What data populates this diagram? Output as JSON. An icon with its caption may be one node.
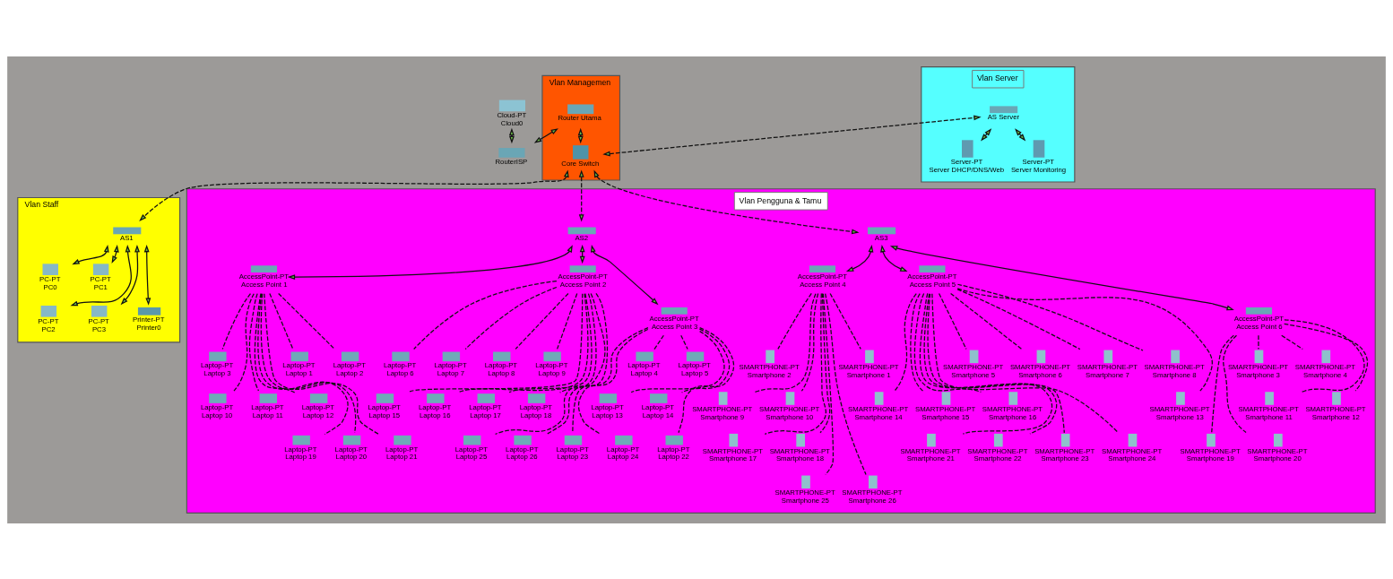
{
  "diagram": {
    "nodes": [
      {
        "text": [
          "Cloud-PT",
          "Cloud0"
        ]
      },
      {
        "text": [
          "RouterISP"
        ]
      },
      {
        "text": [
          "Vlan Managemen"
        ]
      },
      {
        "text": [
          "Router Utama"
        ],
        "in": 2
      },
      {
        "text": [
          "Core Switch"
        ],
        "in": 2
      },
      {
        "text": [
          "Vlan Server"
        ]
      },
      {
        "text": [
          "Server-PT",
          "Server DHCP/DNS/Web"
        ],
        "in": 5
      },
      {
        "text": [
          "AS Server"
        ],
        "in": 5
      },
      {
        "text": [
          "Server-PT",
          "Server Monitoring"
        ],
        "in": 5
      },
      {
        "text": [
          "Vlan Staff"
        ]
      },
      {
        "text": [
          "AS1"
        ],
        "in": 9
      },
      {
        "text": [
          "PC-PT",
          "PC0"
        ],
        "in": 9
      },
      {
        "text": [
          "PC-PT",
          "PC1"
        ],
        "in": 9
      },
      {
        "text": [
          "PC-PT",
          "PC2"
        ],
        "in": 9
      },
      {
        "text": [
          "PC-PT",
          "PC3"
        ],
        "in": 9
      },
      {
        "text": [
          "Printer-PT",
          "Printer0"
        ],
        "in": 9
      },
      {
        "text": [
          "Vlan Pengguna & Tamu"
        ]
      },
      {
        "text": [
          "AS2"
        ],
        "in": 16
      },
      {
        "text": [
          "AccessPoint-PT",
          "Access Point 1"
        ],
        "in": 16
      },
      {
        "text": [
          "AccessPoint-PT",
          "Access Point 2"
        ],
        "in": 16
      },
      {
        "text": [
          "AccessPoint-PT",
          "Access Point 3"
        ],
        "in": 16
      },
      {
        "text": [
          "AS3"
        ],
        "in": 16
      },
      {
        "text": [
          "AccessPoint-PT",
          "Access Point 4"
        ],
        "in": 16
      },
      {
        "text": [
          "AccessPoint-PT",
          "Access Point 5"
        ],
        "in": 16
      },
      {
        "text": [
          "AccessPoint-PT",
          "Access Point 6"
        ],
        "in": 16
      },
      {
        "text": [
          "Laptop-PT",
          "Laptop 1"
        ],
        "in": 16
      },
      {
        "text": [
          "Laptop-PT",
          "Laptop 2"
        ],
        "in": 16
      },
      {
        "text": [
          "Laptop-PT",
          "Laptop 3"
        ],
        "in": 16
      },
      {
        "text": [
          "Laptop-PT",
          "Laptop 4"
        ],
        "in": 16
      },
      {
        "text": [
          "Laptop-PT",
          "Laptop 5"
        ],
        "in": 16
      },
      {
        "text": [
          "Laptop-PT",
          "Laptop 6"
        ],
        "in": 16
      },
      {
        "text": [
          "Laptop-PT",
          "Laptop 7"
        ],
        "in": 16
      },
      {
        "text": [
          "Laptop-PT",
          "Laptop 8"
        ],
        "in": 16
      },
      {
        "text": [
          "Laptop-PT",
          "Laptop 9"
        ],
        "in": 16
      },
      {
        "text": [
          "Laptop-PT",
          "Laptop 10"
        ],
        "in": 16
      },
      {
        "text": [
          "Laptop-PT",
          "Laptop 11"
        ],
        "in": 16
      },
      {
        "text": [
          "Laptop-PT",
          "Laptop 12"
        ],
        "in": 16
      },
      {
        "text": [
          "Laptop-PT",
          "Laptop 13"
        ],
        "in": 16
      },
      {
        "text": [
          "Laptop-PT",
          "Laptop 14"
        ],
        "in": 16
      },
      {
        "text": [
          "Laptop-PT",
          "Laptop 15"
        ],
        "in": 16
      },
      {
        "text": [
          "Laptop-PT",
          "Laptop 16"
        ],
        "in": 16
      },
      {
        "text": [
          "Laptop-PT",
          "Laptop 17"
        ],
        "in": 16
      },
      {
        "text": [
          "Laptop-PT",
          "Laptop 18"
        ],
        "in": 16
      },
      {
        "text": [
          "Laptop-PT",
          "Laptop 19"
        ],
        "in": 16
      },
      {
        "text": [
          "Laptop-PT",
          "Laptop 20"
        ],
        "in": 16
      },
      {
        "text": [
          "Laptop-PT",
          "Laptop 21"
        ],
        "in": 16
      },
      {
        "text": [
          "Laptop-PT",
          "Laptop 22"
        ],
        "in": 16
      },
      {
        "text": [
          "Laptop-PT",
          "Laptop 23"
        ],
        "in": 16
      },
      {
        "text": [
          "Laptop-PT",
          "Laptop 24"
        ],
        "in": 16
      },
      {
        "text": [
          "Laptop-PT",
          "Laptop 25"
        ],
        "in": 16
      },
      {
        "text": [
          "Laptop-PT",
          "Laptop 26"
        ],
        "in": 16
      },
      {
        "text": [
          "SMARTPHONE-PT",
          "Smartphone 1"
        ],
        "in": 16
      },
      {
        "text": [
          "SMARTPHONE-PT",
          "Smartphone 2"
        ],
        "in": 16
      },
      {
        "text": [
          "SMARTPHONE-PT",
          "Smartphone 3"
        ],
        "in": 16
      },
      {
        "text": [
          "SMARTPHONE-PT",
          "Smartphone 4"
        ],
        "in": 16
      },
      {
        "text": [
          "SMARTPHONE-PT",
          "Smartphone 5"
        ],
        "in": 16
      },
      {
        "text": [
          "SMARTPHONE-PT",
          "Smartphone 6"
        ],
        "in": 16
      },
      {
        "text": [
          "SMARTPHONE-PT",
          "Smartphone 7"
        ],
        "in": 16
      },
      {
        "text": [
          "SMARTPHONE-PT",
          "Smartphone 8"
        ],
        "in": 16
      },
      {
        "text": [
          "SMARTPHONE-PT",
          "Smartphone 9"
        ],
        "in": 16
      },
      {
        "text": [
          "SMARTPHONE-PT",
          "Smartphone 10"
        ],
        "in": 16
      },
      {
        "text": [
          "SMARTPHONE-PT",
          "Smartphone 11"
        ],
        "in": 16
      },
      {
        "text": [
          "SMARTPHONE-PT",
          "Smartphone 12"
        ],
        "in": 16
      },
      {
        "text": [
          "SMARTPHONE-PT",
          "Smartphone 13"
        ],
        "in": 16
      },
      {
        "text": [
          "SMARTPHONE-PT",
          "Smartphone 14"
        ],
        "in": 16
      },
      {
        "text": [
          "SMARTPHONE-PT",
          "Smartphone 15"
        ],
        "in": 16
      },
      {
        "text": [
          "SMARTPHONE-PT",
          "Smartphone 16"
        ],
        "in": 16
      },
      {
        "text": [
          "SMARTPHONE-PT",
          "Smartphone 17"
        ],
        "in": 16
      },
      {
        "text": [
          "SMARTPHONE-PT",
          "Smartphone 18"
        ],
        "in": 16
      },
      {
        "text": [
          "SMARTPHONE-PT",
          "Smartphone 19"
        ],
        "in": 16
      },
      {
        "text": [
          "SMARTPHONE-PT",
          "Smartphone 20"
        ],
        "in": 16
      },
      {
        "text": [
          "SMARTPHONE-PT",
          "Smartphone 21"
        ],
        "in": 16
      },
      {
        "text": [
          "SMARTPHONE-PT",
          "Smartphone 22"
        ],
        "in": 16
      },
      {
        "text": [
          "SMARTPHONE-PT",
          "Smartphone 23"
        ],
        "in": 16
      },
      {
        "text": [
          "SMARTPHONE-PT",
          "Smartphone 24"
        ],
        "in": 16
      },
      {
        "text": [
          "SMARTPHONE-PT",
          "Smartphone 25"
        ],
        "in": 16
      },
      {
        "text": [
          "SMARTPHONE-PT",
          "Smartphone 26"
        ],
        "in": 16
      }
    ],
    "edges": [
      {
        "from": 0,
        "to": 1,
        "arrow": "both"
      },
      {
        "from": 1,
        "to": 3,
        "arrow": "both"
      },
      {
        "from": 3,
        "to": 4,
        "arrow": "both"
      },
      {
        "from": 4,
        "to": 7,
        "arrow": "both",
        "style": "dashed"
      },
      {
        "from": 7,
        "to": 6,
        "arrow": "both"
      },
      {
        "from": 7,
        "to": 8,
        "arrow": "both"
      },
      {
        "from": 4,
        "to": 10,
        "arrow": "both",
        "style": "dashed"
      },
      {
        "from": 10,
        "to": 11,
        "arrow": "both"
      },
      {
        "from": 10,
        "to": 12,
        "arrow": "both"
      },
      {
        "from": 10,
        "to": 13,
        "arrow": "both"
      },
      {
        "from": 10,
        "to": 14,
        "arrow": "both"
      },
      {
        "from": 10,
        "to": 15,
        "arrow": "both"
      },
      {
        "from": 4,
        "to": 17,
        "arrow": "both",
        "style": "dashed"
      },
      {
        "from": 4,
        "to": 21,
        "arrow": "both",
        "style": "dashed"
      },
      {
        "from": 17,
        "to": 18,
        "arrow": "both"
      },
      {
        "from": 17,
        "to": 19,
        "arrow": "both"
      },
      {
        "from": 17,
        "to": 20,
        "arrow": "both"
      },
      {
        "from": 21,
        "to": 22,
        "arrow": "both"
      },
      {
        "from": 21,
        "to": 23,
        "arrow": "both"
      },
      {
        "from": 21,
        "to": 24,
        "arrow": "both"
      },
      {
        "from": 18,
        "to": 25,
        "arrow": "none",
        "style": "dashed"
      },
      {
        "from": 18,
        "to": 26,
        "arrow": "none",
        "style": "dashed"
      },
      {
        "from": 18,
        "to": 27,
        "arrow": "none",
        "style": "dashed"
      },
      {
        "from": 20,
        "to": 28,
        "arrow": "none",
        "style": "dashed"
      },
      {
        "from": 20,
        "to": 29,
        "arrow": "none",
        "style": "dashed"
      },
      {
        "from": 19,
        "to": 30,
        "arrow": "none",
        "style": "dashed"
      },
      {
        "from": 19,
        "to": 31,
        "arrow": "none",
        "style": "dashed"
      },
      {
        "from": 19,
        "to": 32,
        "arrow": "none",
        "style": "dashed"
      },
      {
        "from": 19,
        "to": 33,
        "arrow": "none",
        "style": "dashed"
      },
      {
        "from": 18,
        "to": 34,
        "arrow": "none",
        "style": "dashed"
      },
      {
        "from": 18,
        "to": 35,
        "arrow": "none",
        "style": "dashed"
      },
      {
        "from": 18,
        "to": 36,
        "arrow": "none",
        "style": "dashed"
      },
      {
        "from": 20,
        "to": 37,
        "arrow": "none",
        "style": "dashed"
      },
      {
        "from": 20,
        "to": 38,
        "arrow": "none",
        "style": "dashed"
      },
      {
        "from": 19,
        "to": 39,
        "arrow": "none",
        "style": "dashed"
      },
      {
        "from": 19,
        "to": 40,
        "arrow": "none",
        "style": "dashed"
      },
      {
        "from": 19,
        "to": 41,
        "arrow": "none",
        "style": "dashed"
      },
      {
        "from": 19,
        "to": 42,
        "arrow": "none",
        "style": "dashed"
      },
      {
        "from": 18,
        "to": 43,
        "arrow": "none",
        "style": "dashed"
      },
      {
        "from": 18,
        "to": 44,
        "arrow": "none",
        "style": "dashed"
      },
      {
        "from": 18,
        "to": 45,
        "arrow": "none",
        "style": "dashed"
      },
      {
        "from": 20,
        "to": 46,
        "arrow": "none",
        "style": "dashed"
      },
      {
        "from": 20,
        "to": 47,
        "arrow": "none",
        "style": "dashed"
      },
      {
        "from": 20,
        "to": 48,
        "arrow": "none",
        "style": "dashed"
      },
      {
        "from": 19,
        "to": 49,
        "arrow": "none",
        "style": "dashed"
      },
      {
        "from": 19,
        "to": 50,
        "arrow": "none",
        "style": "dashed"
      },
      {
        "from": 22,
        "to": 51,
        "arrow": "none",
        "style": "dashed"
      },
      {
        "from": 22,
        "to": 52,
        "arrow": "none",
        "style": "dashed"
      },
      {
        "from": 24,
        "to": 53,
        "arrow": "none",
        "style": "dashed"
      },
      {
        "from": 24,
        "to": 54,
        "arrow": "none",
        "style": "dashed"
      },
      {
        "from": 23,
        "to": 55,
        "arrow": "none",
        "style": "dashed"
      },
      {
        "from": 23,
        "to": 56,
        "arrow": "none",
        "style": "dashed"
      },
      {
        "from": 23,
        "to": 57,
        "arrow": "none",
        "style": "dashed"
      },
      {
        "from": 23,
        "to": 58,
        "arrow": "none",
        "style": "dashed"
      },
      {
        "from": 22,
        "to": 59,
        "arrow": "none",
        "style": "dashed"
      },
      {
        "from": 22,
        "to": 60,
        "arrow": "none",
        "style": "dashed"
      },
      {
        "from": 24,
        "to": 61,
        "arrow": "none",
        "style": "dashed"
      },
      {
        "from": 24,
        "to": 62,
        "arrow": "none",
        "style": "dashed"
      },
      {
        "from": 23,
        "to": 63,
        "arrow": "none",
        "style": "dashed"
      },
      {
        "from": 23,
        "to": 64,
        "arrow": "none",
        "style": "dashed"
      },
      {
        "from": 23,
        "to": 65,
        "arrow": "none",
        "style": "dashed"
      },
      {
        "from": 23,
        "to": 66,
        "arrow": "none",
        "style": "dashed"
      },
      {
        "from": 22,
        "to": 67,
        "arrow": "none",
        "style": "dashed"
      },
      {
        "from": 22,
        "to": 68,
        "arrow": "none",
        "style": "dashed"
      },
      {
        "from": 24,
        "to": 69,
        "arrow": "none",
        "style": "dashed"
      },
      {
        "from": 24,
        "to": 70,
        "arrow": "none",
        "style": "dashed"
      },
      {
        "from": 23,
        "to": 71,
        "arrow": "none",
        "style": "dashed"
      },
      {
        "from": 23,
        "to": 72,
        "arrow": "none",
        "style": "dashed"
      },
      {
        "from": 23,
        "to": 73,
        "arrow": "none",
        "style": "dashed"
      },
      {
        "from": 23,
        "to": 74,
        "arrow": "none",
        "style": "dashed"
      },
      {
        "from": 22,
        "to": 75,
        "arrow": "none",
        "style": "dashed"
      },
      {
        "from": 22,
        "to": 76,
        "arrow": "none",
        "style": "dashed"
      }
    ]
  }
}
